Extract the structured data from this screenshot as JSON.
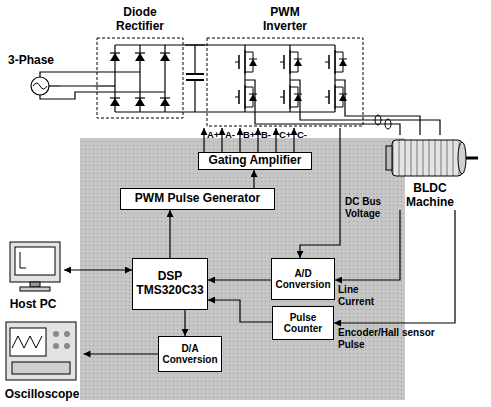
{
  "diagram": {
    "nodes": [
      {
        "text": [
          "3-Phase"
        ]
      },
      {
        "text": [
          "Diode Rectifier"
        ]
      },
      {
        "text": [
          "PWM Inverter"
        ]
      },
      {
        "text": [
          "BLDC Machine"
        ]
      },
      {
        "text": [
          "Gating Amplifier"
        ]
      },
      {
        "text": [
          "PWM Pulse Generator"
        ]
      },
      {
        "text": [
          "DSP TMS320C33"
        ]
      },
      {
        "text": [
          "A/D Conversion"
        ]
      },
      {
        "text": [
          "Pulse Counter"
        ]
      },
      {
        "text": [
          "D/A Conversion"
        ]
      },
      {
        "text": [
          "Host PC"
        ]
      },
      {
        "text": [
          "Oscilloscope"
        ]
      }
    ],
    "edges": [
      {
        "from": 0,
        "to": 1,
        "arrow": "none"
      },
      {
        "from": 1,
        "to": 2,
        "arrow": "none"
      },
      {
        "from": 2,
        "to": 3,
        "arrow": "none"
      },
      {
        "from": 4,
        "to": 2,
        "arrow": "to"
      },
      {
        "from": 5,
        "to": 4,
        "arrow": "to"
      },
      {
        "from": 6,
        "to": 5,
        "arrow": "to"
      },
      {
        "from": 7,
        "to": 6,
        "arrow": "to"
      },
      {
        "from": 8,
        "to": 6,
        "arrow": "to"
      },
      {
        "from": 6,
        "to": 9,
        "arrow": "to"
      },
      {
        "from": 9,
        "to": 11,
        "arrow": "to"
      },
      {
        "from": 10,
        "to": 6,
        "arrow": "both"
      },
      {
        "from": 2,
        "to": 7,
        "arrow": "to",
        "label": "DC Bus Voltage"
      },
      {
        "from": 3,
        "to": 7,
        "arrow": "to",
        "label": "Line Current"
      },
      {
        "from": 3,
        "to": 8,
        "arrow": "to",
        "label": "Encoder/Hall sensor Pulse"
      }
    ],
    "labels": [
      "A+",
      "A-",
      "B+",
      "B-",
      "C+",
      "C-"
    ]
  }
}
